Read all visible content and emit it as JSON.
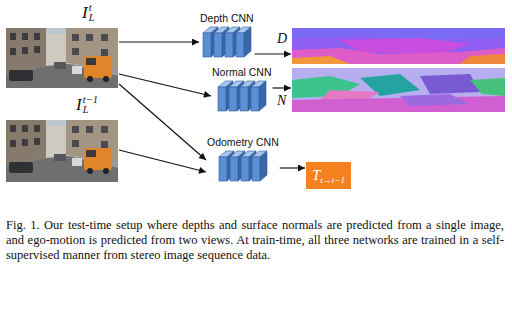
{
  "diagram": {
    "caption": "Fig. 1. Our test-time setup where depths and surface normals are predicted from a single image, and ego-motion is predicted from two views. At train-time, all three networks are trained in a self-supervised manner from stereo image sequence data.",
    "nodes": [
      {
        "text": [
          "I",
          "L",
          "t"
        ]
      },
      {
        "text": [
          "Depth CNN"
        ]
      },
      {
        "text": [
          "D"
        ]
      },
      {
        "text": [
          "Normal CNN"
        ]
      },
      {
        "text": [
          "N"
        ]
      },
      {
        "text": [
          "I",
          "L",
          "t−1"
        ]
      },
      {
        "text": [
          "Odometry CNN"
        ]
      },
      {
        "text": [
          "T",
          "t→t−1"
        ]
      }
    ],
    "edges": [
      {
        "from": 0,
        "to": 1,
        "arrow": "to"
      },
      {
        "from": 0,
        "to": 3,
        "arrow": "to"
      },
      {
        "from": 0,
        "to": 6,
        "arrow": "to"
      },
      {
        "from": 5,
        "to": 6,
        "arrow": "to"
      },
      {
        "from": 1,
        "to": 2,
        "arrow": "to"
      },
      {
        "from": 3,
        "to": 4,
        "arrow": "to"
      },
      {
        "from": 6,
        "to": 7,
        "arrow": "to"
      }
    ]
  }
}
